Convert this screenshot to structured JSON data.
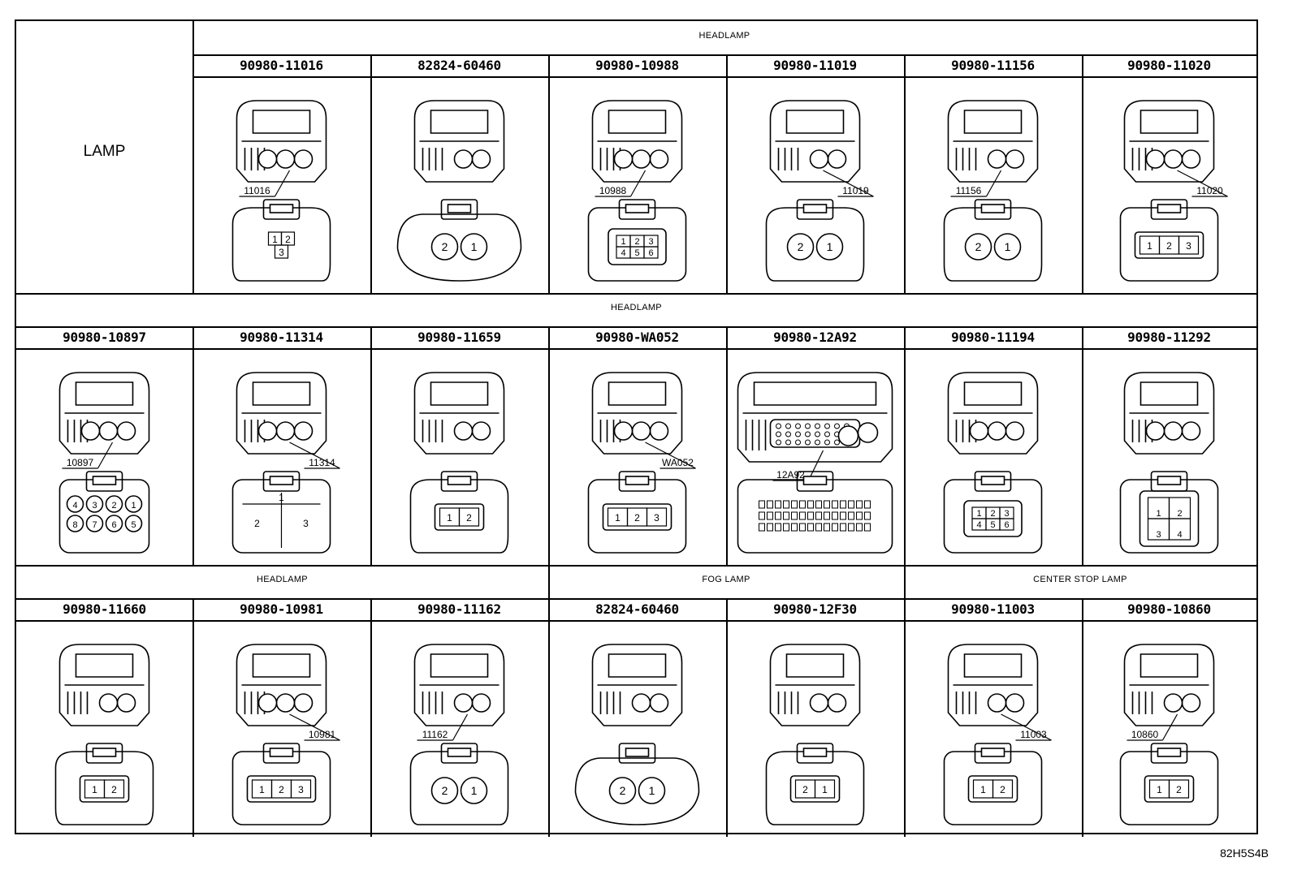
{
  "header_label": "LAMP",
  "rows": [
    {
      "groups": [
        {
          "label": "HEADLAMP",
          "span": [
            1,
            7
          ]
        }
      ],
      "cells": [
        {
          "part_no": "90980-11016",
          "tag": "11016",
          "pins": [
            "1",
            "2",
            "3"
          ],
          "pin_layout": "tri",
          "outline": "round"
        },
        {
          "part_no": "82824-60460",
          "tag": "",
          "pins": [
            "2",
            "1"
          ],
          "pin_layout": "circles",
          "outline": "wing"
        },
        {
          "part_no": "90980-10988",
          "tag": "10988",
          "pins": [
            "1",
            "2",
            "3",
            "4",
            "5",
            "6"
          ],
          "pin_layout": "grid3",
          "outline": "box"
        },
        {
          "part_no": "90980-11019",
          "tag": "11019",
          "pins": [
            "2",
            "1"
          ],
          "pin_layout": "circles",
          "outline": "round"
        },
        {
          "part_no": "90980-11156",
          "tag": "11156",
          "pins": [
            "2",
            "1"
          ],
          "pin_layout": "circles",
          "outline": "round"
        },
        {
          "part_no": "90980-11020",
          "tag": "11020",
          "pins": [
            "1",
            "2",
            "3"
          ],
          "pin_layout": "row",
          "outline": "box"
        }
      ]
    },
    {
      "groups": [
        {
          "label": "HEADLAMP",
          "span": [
            0,
            7
          ]
        }
      ],
      "cells": [
        {
          "part_no": "90980-10897",
          "tag": "10897",
          "pins": [
            "4",
            "3",
            "2",
            "1",
            "8",
            "7",
            "6",
            "5"
          ],
          "pin_layout": "circles8",
          "outline": "box"
        },
        {
          "part_no": "90980-11314",
          "tag": "11314",
          "pins": [
            "1",
            "2",
            "3"
          ],
          "pin_layout": "split3",
          "outline": "box"
        },
        {
          "part_no": "90980-11659",
          "tag": "",
          "pins": [
            "1",
            "2"
          ],
          "pin_layout": "row",
          "outline": "oval"
        },
        {
          "part_no": "90980-WA052",
          "tag": "WA052",
          "pins": [
            "1",
            "2",
            "3"
          ],
          "pin_layout": "row",
          "outline": "box"
        },
        {
          "part_no": "90980-12A92",
          "tag": "12A92",
          "pins": [],
          "pin_layout": "multi",
          "outline": "wide"
        },
        {
          "part_no": "90980-11194",
          "tag": "",
          "pins": [
            "1",
            "2",
            "3",
            "4",
            "5",
            "6"
          ],
          "pin_layout": "grid3",
          "outline": "box"
        },
        {
          "part_no": "90980-11292",
          "tag": "",
          "pins": [
            "1",
            "2",
            "3",
            "4"
          ],
          "pin_layout": "grid2",
          "outline": "box"
        }
      ]
    },
    {
      "groups": [
        {
          "label": "HEADLAMP",
          "span": [
            0,
            3
          ]
        },
        {
          "label": "FOG LAMP",
          "span": [
            3,
            5
          ]
        },
        {
          "label": "CENTER STOP LAMP",
          "span": [
            5,
            7
          ]
        }
      ],
      "cells": [
        {
          "part_no": "90980-11660",
          "tag": "",
          "pins": [
            "1",
            "2"
          ],
          "pin_layout": "row",
          "outline": "oval"
        },
        {
          "part_no": "90980-10981",
          "tag": "10981",
          "pins": [
            "1",
            "2",
            "3"
          ],
          "pin_layout": "row",
          "outline": "box"
        },
        {
          "part_no": "90980-11162",
          "tag": "11162",
          "pins": [
            "2",
            "1"
          ],
          "pin_layout": "circles",
          "outline": "round"
        },
        {
          "part_no": "82824-60460",
          "tag": "",
          "pins": [
            "2",
            "1"
          ],
          "pin_layout": "circles",
          "outline": "wing"
        },
        {
          "part_no": "90980-12F30",
          "tag": "",
          "pins": [
            "2",
            "1"
          ],
          "pin_layout": "row",
          "outline": "round"
        },
        {
          "part_no": "90980-11003",
          "tag": "11003",
          "pins": [
            "1",
            "2"
          ],
          "pin_layout": "row",
          "outline": "box"
        },
        {
          "part_no": "90980-10860",
          "tag": "10860",
          "pins": [
            "1",
            "2"
          ],
          "pin_layout": "row",
          "outline": "box"
        }
      ]
    }
  ],
  "reference": "82H5S4B"
}
